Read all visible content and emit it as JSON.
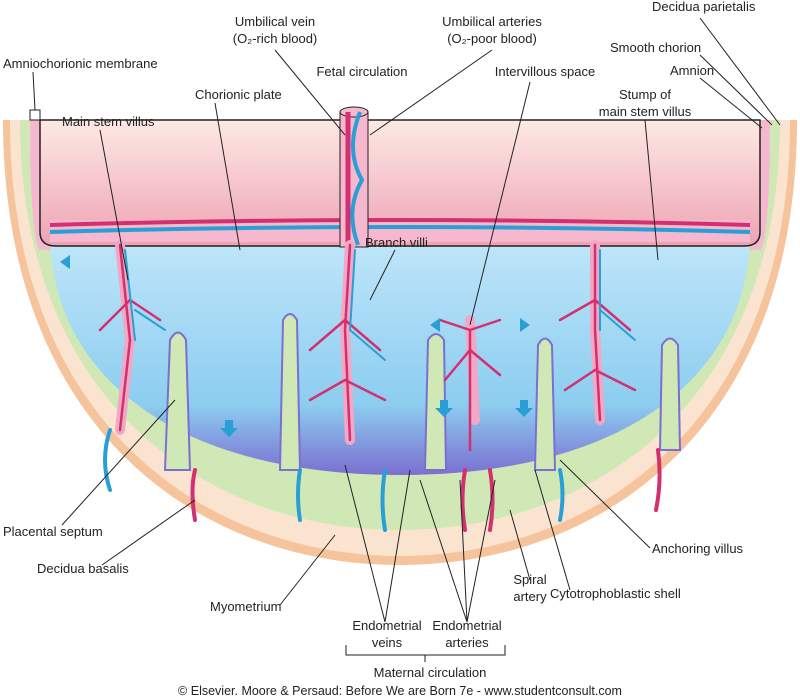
{
  "labels": {
    "decidua_parietalis": "Decidua parietalis",
    "umbilical_vein": [
      "Umbilical vein",
      "(O₂-rich blood)"
    ],
    "umbilical_arteries": [
      "Umbilical arteries",
      "(O₂-poor blood)"
    ],
    "smooth_chorion": "Smooth chorion",
    "amniochorionic_membrane": "Amniochorionic membrane",
    "fetal_circulation": "Fetal circulation",
    "intervillous_space": "Intervillous space",
    "amnion": "Amnion",
    "chorionic_plate": "Chorionic plate",
    "stump_main_stem_villus": [
      "Stump of",
      "main stem villus"
    ],
    "main_stem_villus": "Main stem villus",
    "branch_villi": "Branch villi",
    "placental_septum": "Placental septum",
    "anchoring_villus": "Anchoring villus",
    "decidua_basalis": "Decidua basalis",
    "spiral_artery": [
      "Spiral",
      "artery"
    ],
    "cytotrophoblastic_shell": "Cytotrophoblastic shell",
    "myometrium": "Myometrium",
    "endometrial_veins": [
      "Endometrial",
      "veins"
    ],
    "endometrial_arteries": [
      "Endometrial",
      "arteries"
    ],
    "maternal_circulation": "Maternal circulation"
  },
  "credit": "© Elsevier. Moore & Persaud: Before We are Born 7e - www.studentconsult.com",
  "colors": {
    "myometrium": "#f6c49c",
    "decidua": "#cfe8b6",
    "chorion": "#f5b8cf",
    "intervillous": "#a9dcf5",
    "artery": "#d2306e",
    "vein": "#2a9fd6"
  }
}
